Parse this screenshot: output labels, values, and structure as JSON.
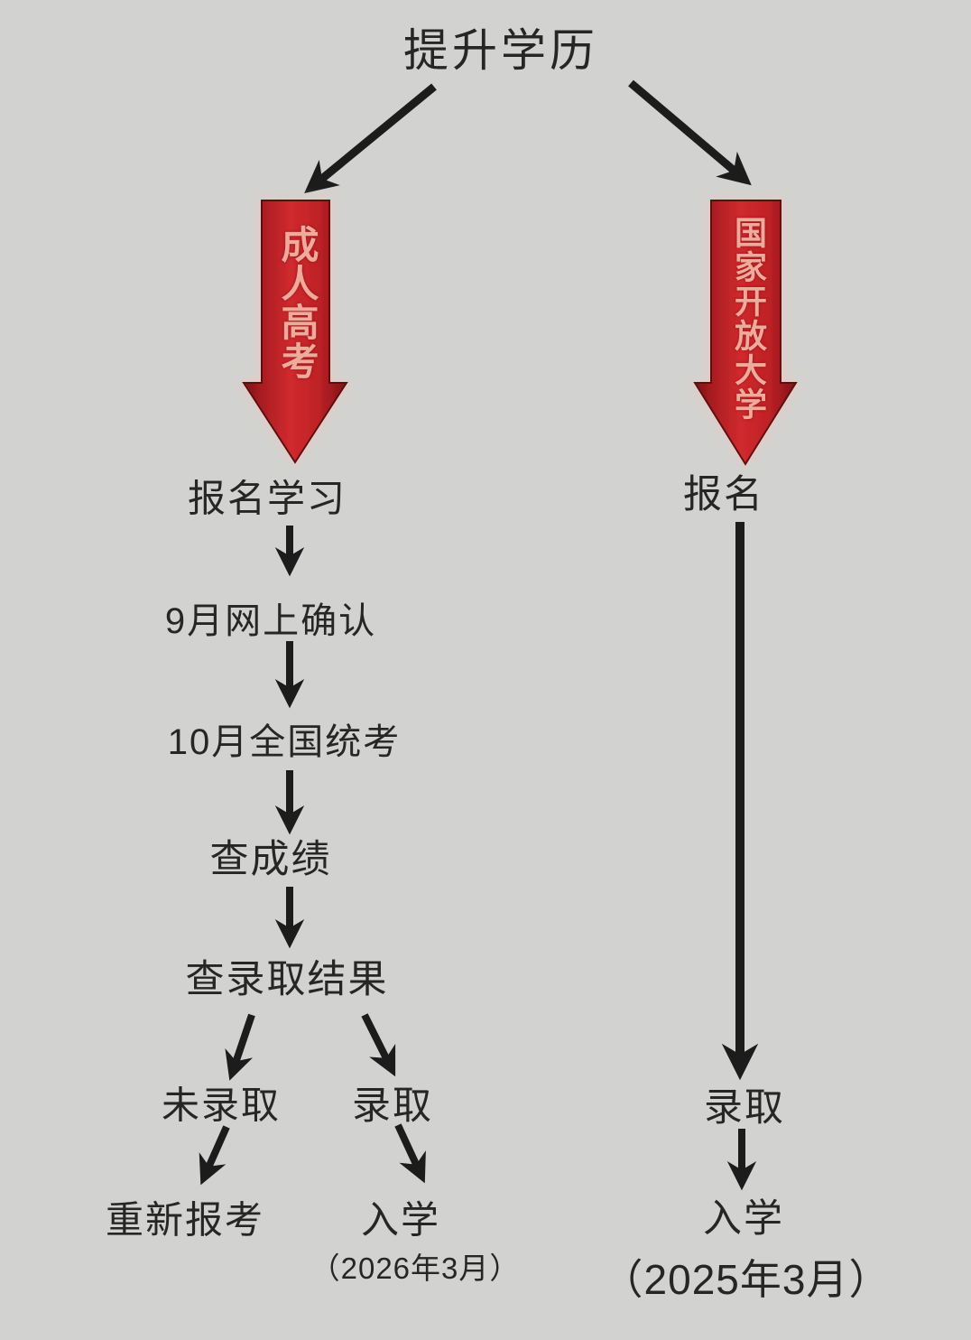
{
  "title": "提升学历",
  "colors": {
    "background": "#d2d2d0",
    "flow_arrow_black": "#1c1c1c",
    "banner_red": "#c9262b",
    "banner_red_dark": "#7c1317",
    "banner_text_pink": "#eeab9c",
    "banner_glow": "#f0c6c0",
    "text_black": "#262626"
  },
  "left_branch": {
    "banner_label": "成人高考",
    "steps": [
      "报名学习",
      "9月网上确认",
      "10月全国统考",
      "查成绩",
      "查录取结果"
    ],
    "outcome_rejected": "未录取",
    "outcome_admitted": "录取",
    "rejected_action": "重新报考",
    "admitted_action": "入学",
    "admitted_date": "（2026年3月）"
  },
  "right_branch": {
    "banner_label": "国家开放大学",
    "step_register": "报名",
    "step_admitted": "录取",
    "step_enroll": "入学",
    "enroll_date": "（2025年3月）"
  }
}
